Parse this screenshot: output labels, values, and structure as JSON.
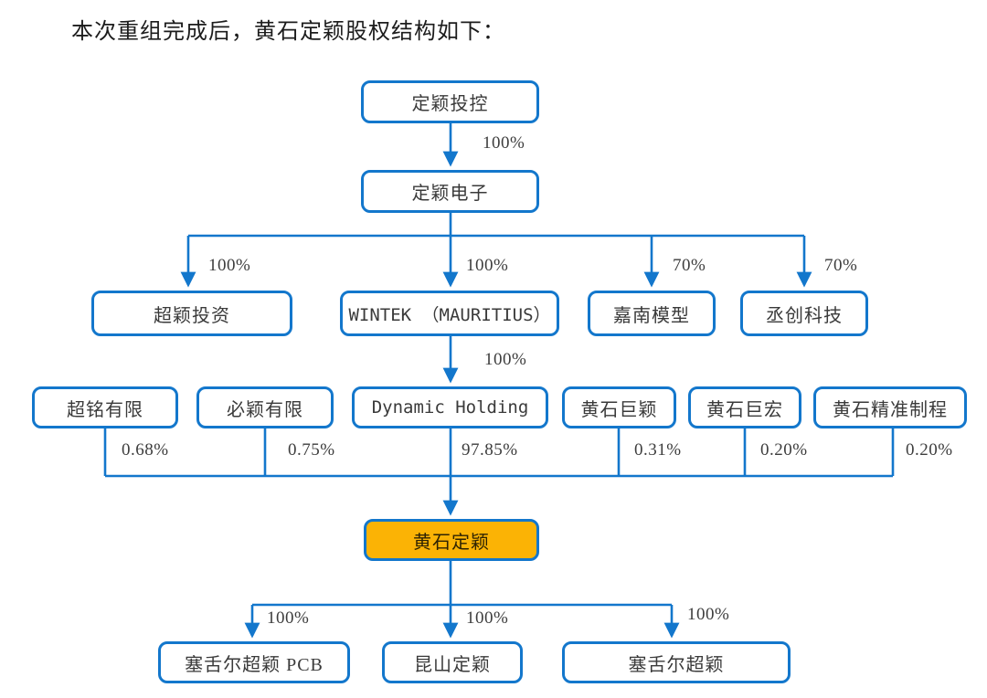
{
  "title": "本次重组完成后，黄石定颖股权结构如下：",
  "colors": {
    "line_blue": "#1377CC",
    "highlight_orange": "#FBB305"
  },
  "chart_type": "org-structure-diagram",
  "nodes": {
    "dingying_invest": {
      "label": "定颖投控"
    },
    "dingying_electronics": {
      "label": "定颖电子"
    },
    "chaoying_invest": {
      "label": "超颖投资"
    },
    "wintek_mauritius": {
      "label": "WINTEK （MAURITIUS）"
    },
    "jianan_model": {
      "label": "嘉南模型"
    },
    "chengchuang_tech": {
      "label": "丞创科技"
    },
    "chaoming_ltd": {
      "label": "超铭有限"
    },
    "biying_ltd": {
      "label": "必颖有限"
    },
    "dynamic_holding": {
      "label": "Dynamic Holding"
    },
    "huangshi_juying": {
      "label": "黄石巨颖"
    },
    "huangshi_juhong": {
      "label": "黄石巨宏"
    },
    "huangshi_jingzhun": {
      "label": "黄石精准制程"
    },
    "huangshi_dingying": {
      "label": "黄石定颖"
    },
    "seychelles_chaoying_pcb": {
      "label": "塞舌尔超颖 PCB"
    },
    "kunshan_dingying": {
      "label": "昆山定颖"
    },
    "seychelles_chaoying": {
      "label": "塞舌尔超颖"
    }
  },
  "edges": {
    "invest_to_electronics": "100%",
    "to_chaoying_invest": "100%",
    "to_wintek": "100%",
    "to_jianan": "70%",
    "to_chengchuang": "70%",
    "wintek_to_dynamic": "100%",
    "chaoming_stake": "0.68%",
    "biying_stake": "0.75%",
    "dynamic_stake": "97.85%",
    "juying_stake": "0.31%",
    "juhong_stake": "0.20%",
    "jingzhun_stake": "0.20%",
    "to_seychelles_pcb": "100%",
    "to_kunshan": "100%",
    "to_seychelles": "100%"
  }
}
